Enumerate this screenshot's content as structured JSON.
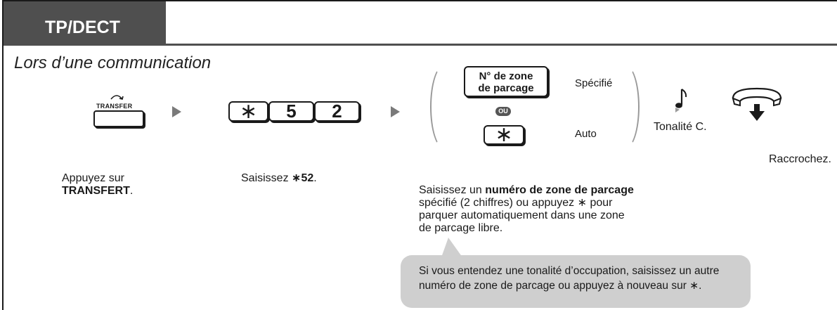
{
  "header": {
    "tab_title": "TP/DECT",
    "subtitle": "Lors d’une communication"
  },
  "steps": {
    "transfer": {
      "key_label": "TRANSFER",
      "caption_line1": "Appuyez sur",
      "caption_line2": "TRANSFERT",
      "caption_line2_suffix": "."
    },
    "dial": {
      "keys": [
        "∗",
        "5",
        "2"
      ],
      "caption_prefix": "Saisissez ",
      "caption_code": "∗52",
      "caption_suffix": "."
    },
    "zone": {
      "zone_key_line1": "N° de zone",
      "zone_key_line2": "de parcage",
      "specified_label": "Spécifié",
      "or_label": "OU",
      "star_key": "∗",
      "auto_label": "Auto",
      "caption_prefix": "Saisissez un ",
      "caption_bold": "numéro de zone de parcage",
      "caption_line2": "spécifié (2 chiffres) ou appuyez ∗ pour",
      "caption_line3": "parquer automatiquement dans une zone",
      "caption_line4": "de parcage libre."
    },
    "tone": {
      "label": "Tonalité C."
    },
    "hangup": {
      "label": "Raccrochez."
    }
  },
  "note": {
    "line1": "Si vous entendez une tonalité d’occupation, saisissez un autre",
    "line2": "numéro de zone de parcage ou appuyez à nouveau sur ∗."
  }
}
